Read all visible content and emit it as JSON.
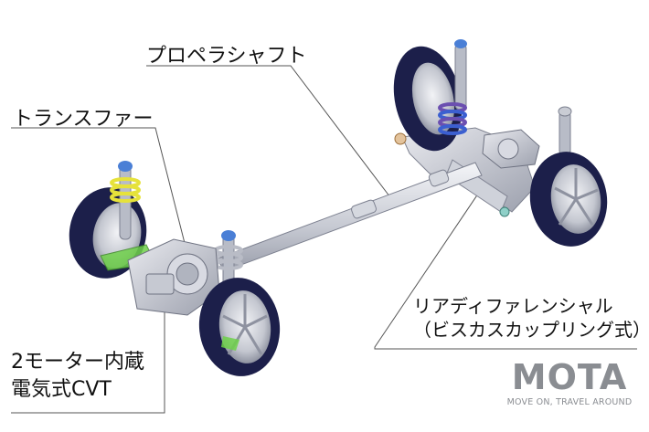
{
  "labels": {
    "propeller_shaft": "プロペラシャフト",
    "transfer": "トランスファー",
    "rear_diff_line1": "リアディファレンシャル",
    "rear_diff_line2": "（ビスカスカップリング式）",
    "cvt_line1": "2モーター内蔵",
    "cvt_line2": "電気式CVT"
  },
  "brand": {
    "logo": "MOTA",
    "tagline": "MOVE ON, TRAVEL AROUND"
  },
  "colors": {
    "tire": "#1c1f4a",
    "tire_highlight": "#3a3f7a",
    "wheel": "#c9ccd4",
    "frame": "#b9bcc6",
    "spring_yellow": "#e6e23a",
    "spring_purple": "#6b4fb0",
    "spring_blue": "#3b5fd0",
    "accent_green": "#6fd14a",
    "leader_line": "#555555",
    "brand_gray": "#8a8d92"
  }
}
